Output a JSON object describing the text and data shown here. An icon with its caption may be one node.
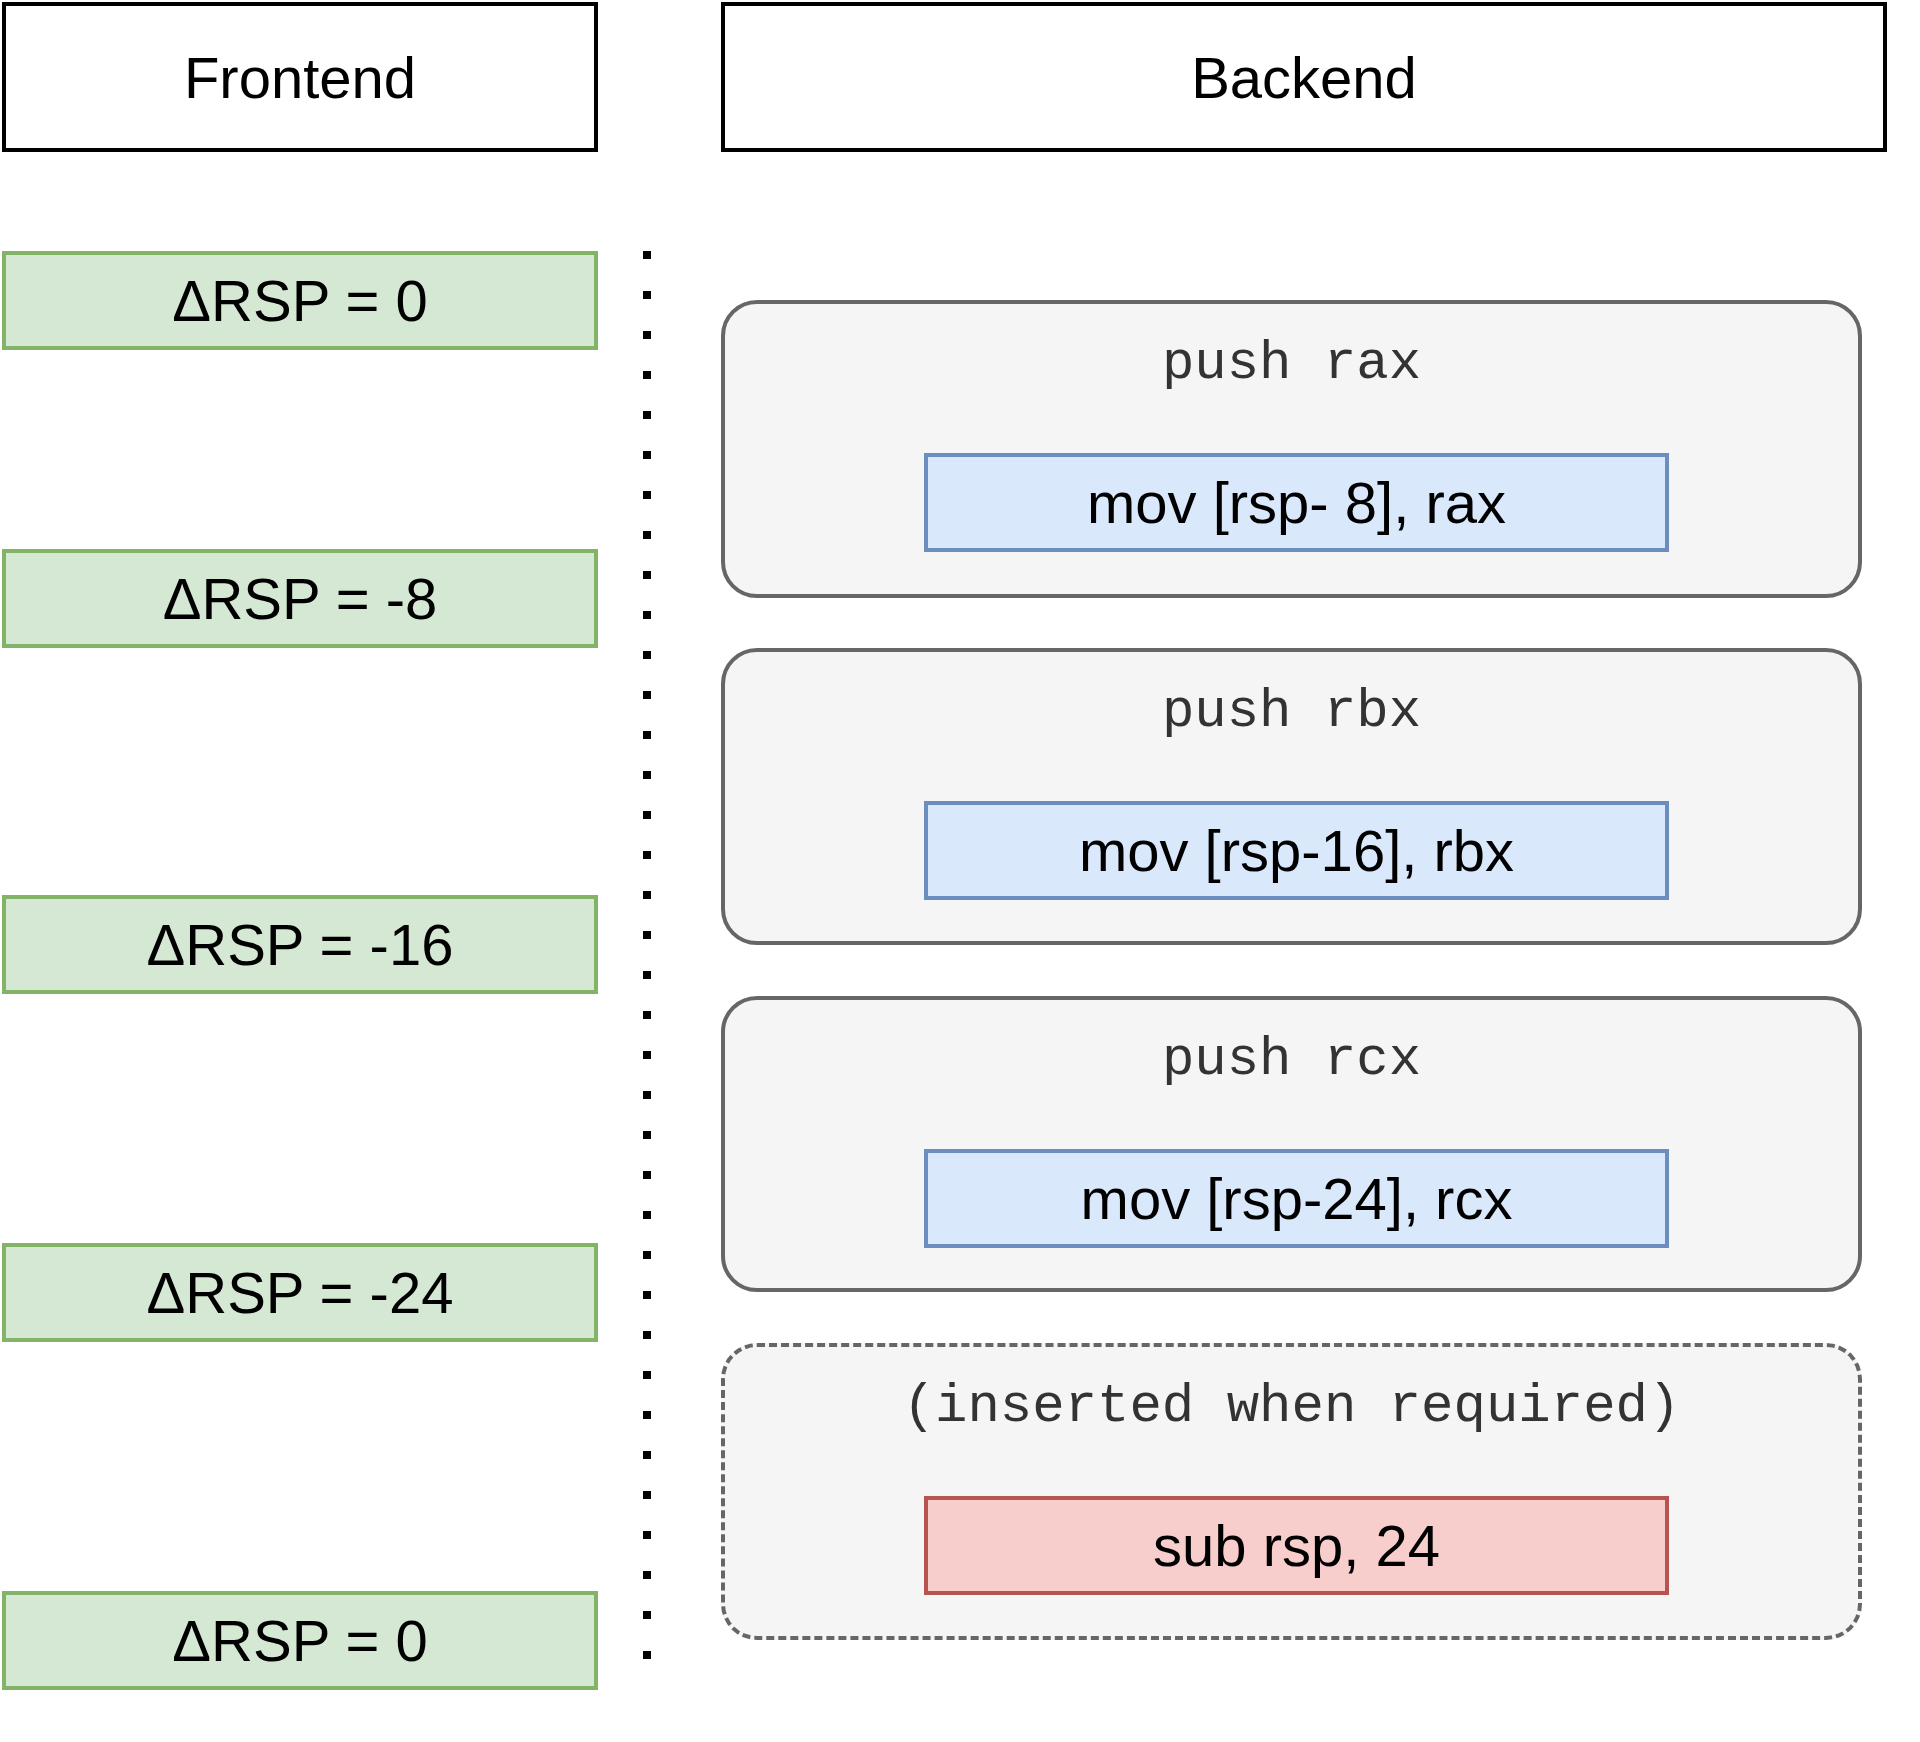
{
  "diagram": {
    "nodes": [
      {
        "text": [
          "Frontend"
        ]
      },
      {
        "text": [
          "Backend"
        ]
      },
      {
        "text": [
          "ΔRSP = 0"
        ]
      },
      {
        "text": [
          "ΔRSP = -8"
        ]
      },
      {
        "text": [
          "ΔRSP = -16"
        ]
      },
      {
        "text": [
          "ΔRSP = -24"
        ]
      },
      {
        "text": [
          "ΔRSP = 0"
        ]
      },
      {
        "text": [
          "push rax"
        ]
      },
      {
        "text": [
          "mov [rsp- 8], rax"
        ],
        "in": 7
      },
      {
        "text": [
          "push rbx"
        ]
      },
      {
        "text": [
          "mov [rsp-16], rbx"
        ],
        "in": 9
      },
      {
        "text": [
          "push rcx"
        ]
      },
      {
        "text": [
          "mov [rsp-24], rcx"
        ],
        "in": 11
      },
      {
        "text": [
          "(inserted when required)"
        ]
      },
      {
        "text": [
          "sub rsp, 24"
        ],
        "in": 13
      }
    ]
  }
}
